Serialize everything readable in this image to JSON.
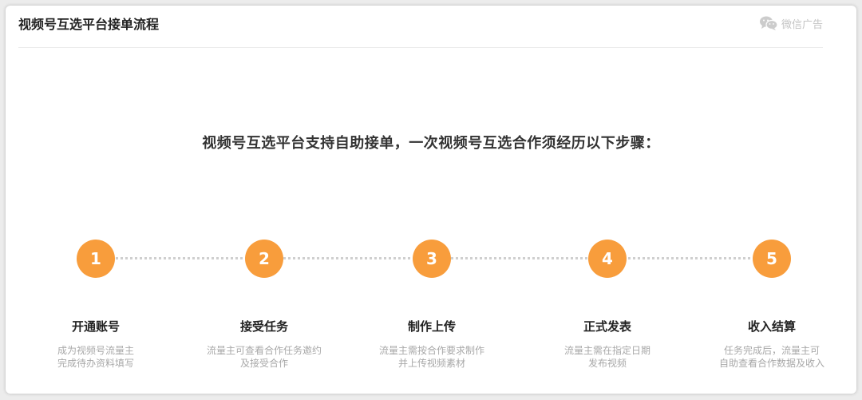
{
  "header": {
    "title": "视频号互选平台接单流程",
    "brand_icon": "wechat-icon",
    "brand_label": "微信广告"
  },
  "headline": "视频号互选平台支持自助接单，一次视频号互选合作须经历以下步骤：",
  "colors": {
    "accent": "#f89d3c",
    "title": "#222222",
    "desc": "#a8a8a8",
    "dotted_line": "#cfcfcf"
  },
  "steps": [
    {
      "number": "1",
      "title": "开通账号",
      "desc_line1": "成为视频号流量主",
      "desc_line2": "完成待办资料填写"
    },
    {
      "number": "2",
      "title": "接受任务",
      "desc_line1": "流量主可查看合作任务邀约",
      "desc_line2": "及接受合作"
    },
    {
      "number": "3",
      "title": "制作上传",
      "desc_line1": "流量主需按合作要求制作",
      "desc_line2": "并上传视频素材"
    },
    {
      "number": "4",
      "title": "正式发表",
      "desc_line1": "流量主需在指定日期",
      "desc_line2": "发布视频"
    },
    {
      "number": "5",
      "title": "收入结算",
      "desc_line1": "任务完成后，流量主可",
      "desc_line2": "自助查看合作数据及收入"
    }
  ]
}
